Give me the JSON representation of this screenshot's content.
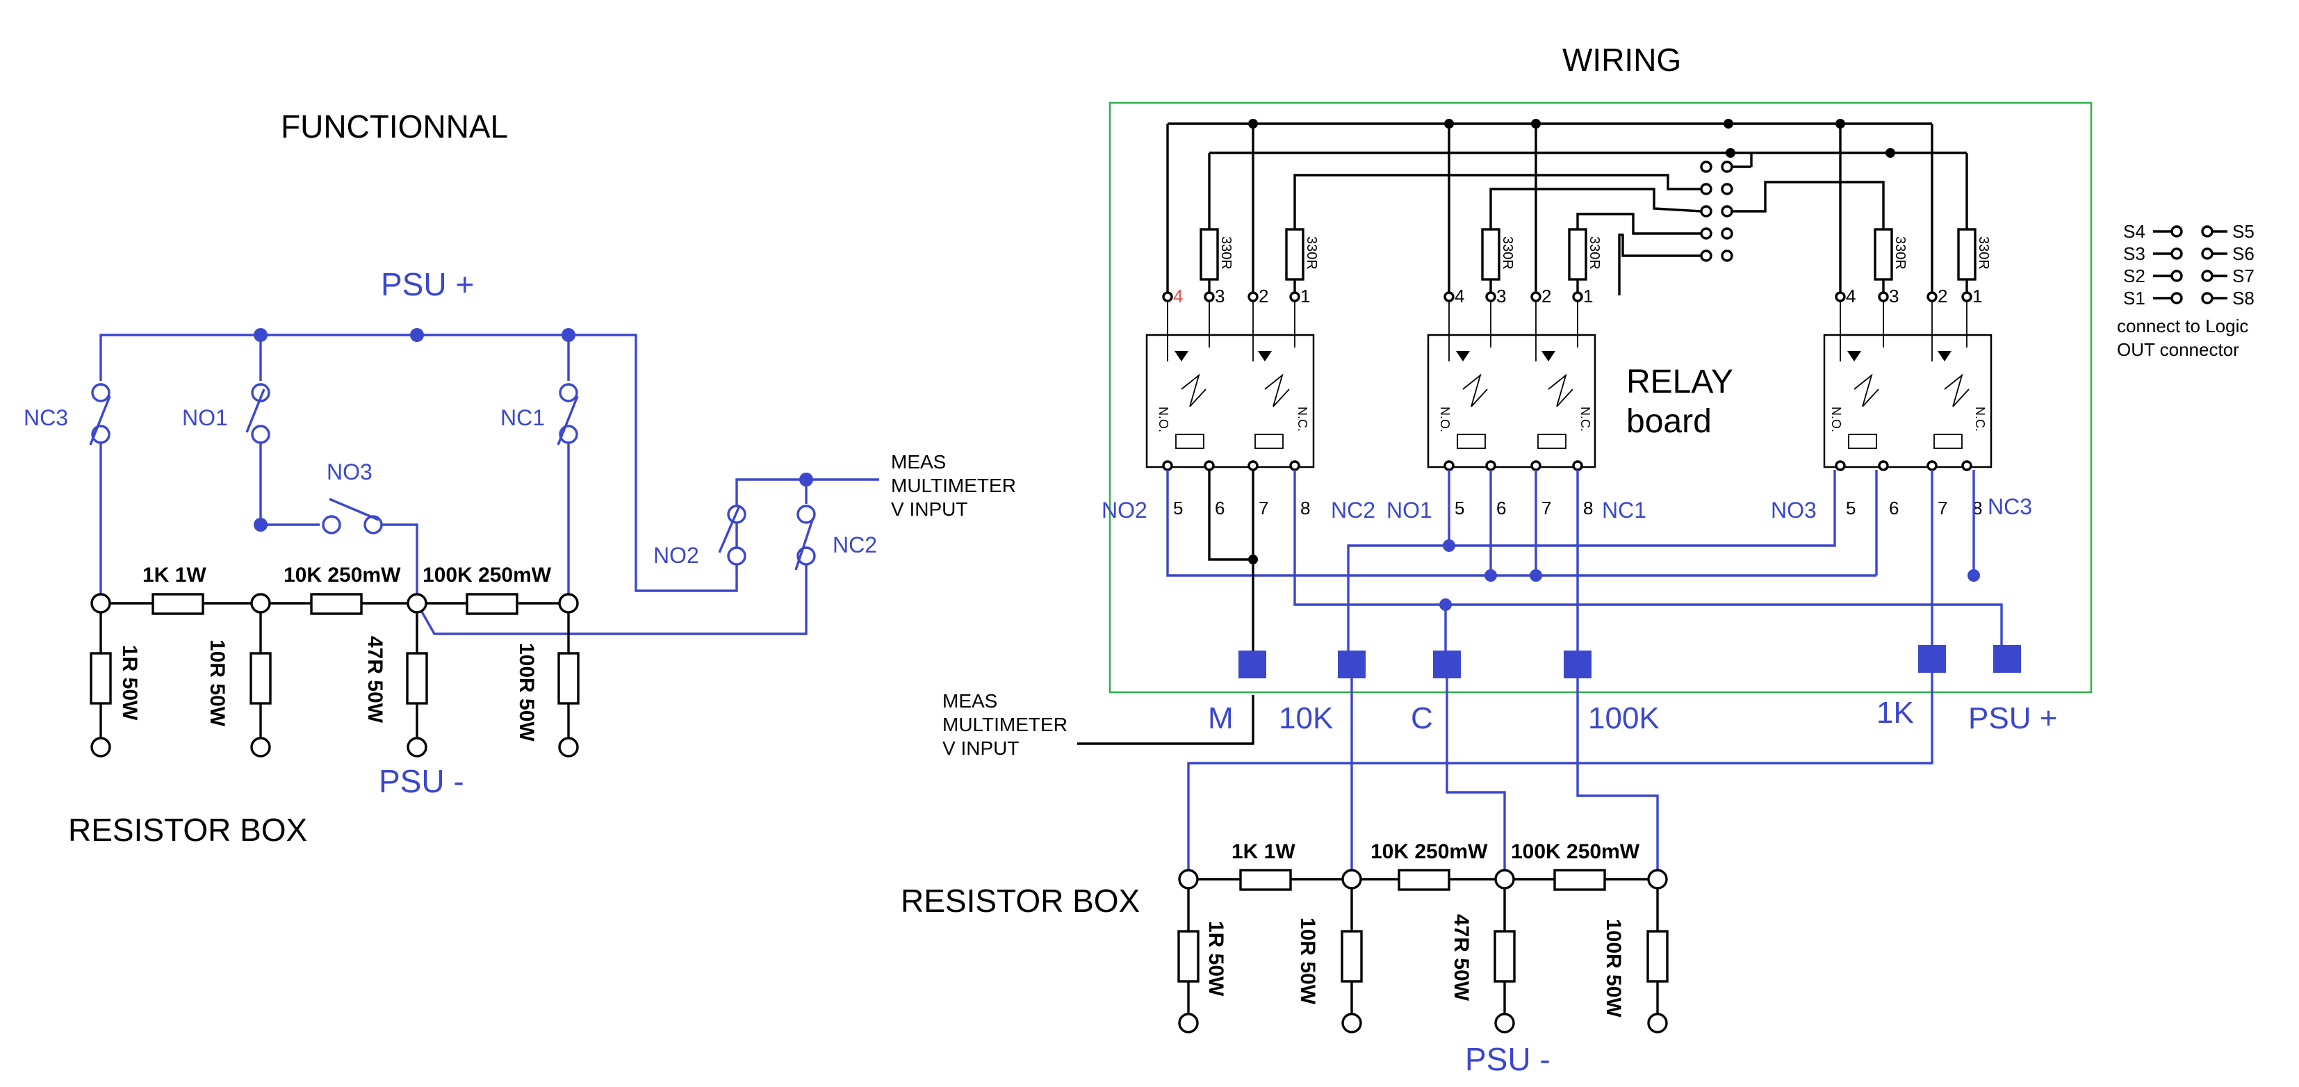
{
  "titles": {
    "functional": "FUNCTIONNAL",
    "wiring": "WIRING"
  },
  "functional": {
    "psu_plus": "PSU +",
    "psu_minus": "PSU -",
    "resistor_box": "RESISTOR BOX",
    "meas_line1": "MEAS",
    "meas_line2": "MULTIMETER",
    "meas_line3": "V INPUT",
    "switches": {
      "nc3": "NC3",
      "no1": "NO1",
      "nc1": "NC1",
      "no3": "NO3",
      "no2": "NO2",
      "nc2": "NC2"
    },
    "series_resistors": [
      "1K 1W",
      "10K 250mW",
      "100K 250mW"
    ],
    "shunt_resistors": [
      "1R 50W",
      "10R 50W",
      "47R 50W",
      "100R 50W"
    ]
  },
  "wiring": {
    "relay_board_line1": "RELAY",
    "relay_board_line2": "board",
    "pull_resistor": "330R",
    "pin_numbers": [
      "4",
      "3",
      "2",
      "1"
    ],
    "bottom_pins": [
      "5",
      "6",
      "7",
      "8"
    ],
    "opto_no": "N.O.",
    "opto_nc": "N.C.",
    "contact_labels": {
      "no2": "NO2",
      "nc2": "NC2",
      "no1": "NO1",
      "nc1": "NC1",
      "no3": "NO3",
      "nc3": "NC3"
    },
    "terminals": {
      "m": "M",
      "k10": "10K",
      "c": "C",
      "k100": "100K",
      "k1": "1K",
      "psu_plus": "PSU +"
    },
    "meas_line1": "MEAS",
    "meas_line2": "MULTIMETER",
    "meas_line3": "V INPUT",
    "resistor_box": "RESISTOR BOX",
    "psu_minus": "PSU -",
    "series_resistors": [
      "1K 1W",
      "10K 250mW",
      "100K 250mW"
    ],
    "shunt_resistors": [
      "1R 50W",
      "10R 50W",
      "47R 50W",
      "100R 50W"
    ]
  },
  "logic_connector": {
    "left_labels": [
      "S4",
      "S3",
      "S2",
      "S1"
    ],
    "right_labels": [
      "S5",
      "S6",
      "S7",
      "S8"
    ],
    "note_line1": "connect to Logic",
    "note_line2": "OUT connector"
  },
  "colors": {
    "wire_blue": "#3b47cc",
    "wire_black": "#000000",
    "frame_green": "#2fb04a"
  }
}
